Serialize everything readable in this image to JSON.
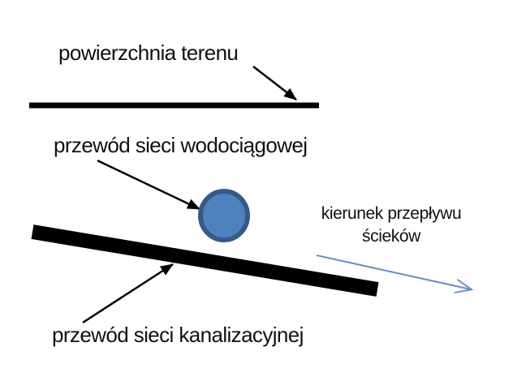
{
  "labels": {
    "ground_surface": "powierzchnia terenu",
    "water_pipe": "przewód sieci wodociągowej",
    "sewer_pipe": "przewód sieci kanalizacyjnej",
    "flow_direction": {
      "lines": [
        "kierunek przepływu",
        "ścieków"
      ]
    }
  },
  "colors": {
    "black": "#000000",
    "text": "#111111",
    "circle_fill": "#4f81bd",
    "circle_border": "#36598c",
    "flow_arrow": "#6b8fc3",
    "background": "#ffffff"
  }
}
